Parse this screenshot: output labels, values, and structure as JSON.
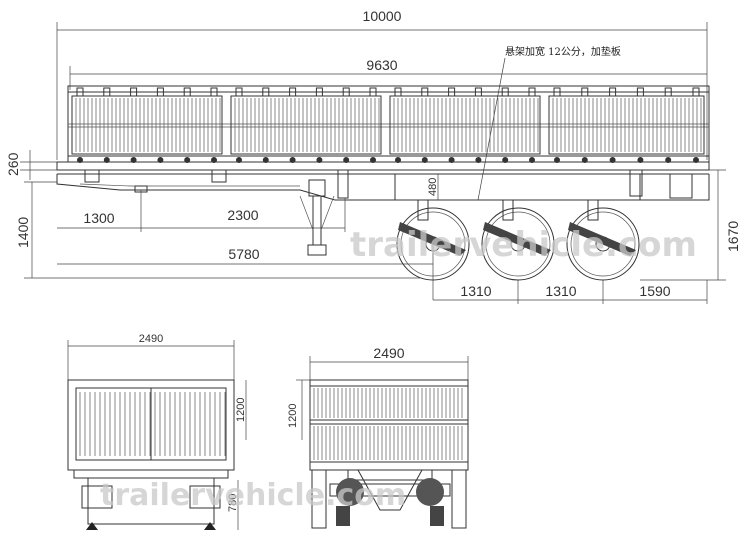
{
  "side_view": {
    "overall_length": "10000",
    "box_length": "9630",
    "note": "悬架加宽 12公分，加垫板",
    "frame_height": "260",
    "kingpin_offset": "1300",
    "gooseneck_length": "2300",
    "landing_gear_position": "5780",
    "coupling_height": "1400",
    "deck_height": "1670",
    "axle_spacing_1": "1310",
    "axle_spacing_2": "1310",
    "rear_overhang": "1590",
    "fender_height": "480"
  },
  "front_view": {
    "width": "2490",
    "sidewall_height": "1200",
    "bottom_height": "780"
  },
  "rear_view": {
    "width": "2490",
    "sidewall_height": "1200"
  },
  "watermark": {
    "side": "trailervehicle.com",
    "front": "trailervehicle.com"
  }
}
